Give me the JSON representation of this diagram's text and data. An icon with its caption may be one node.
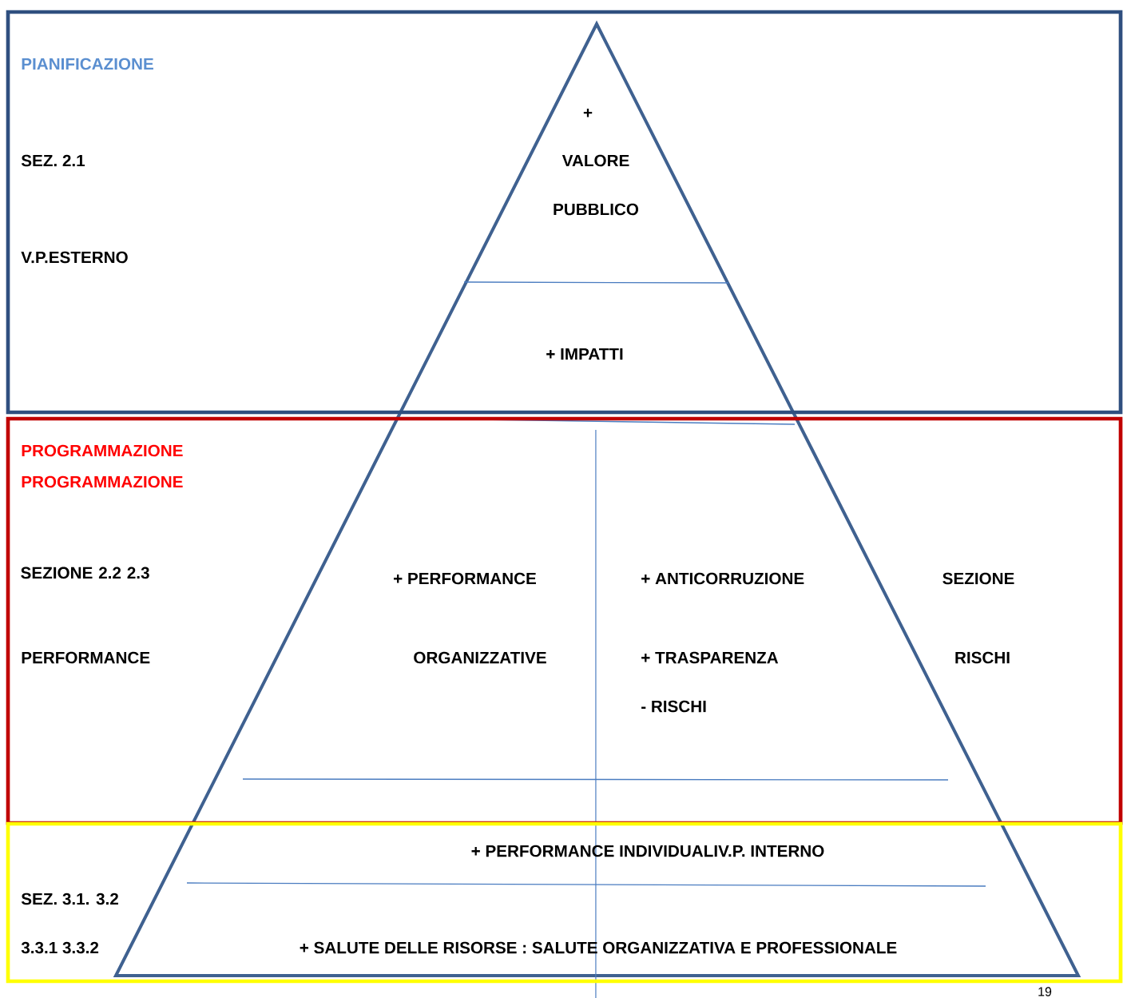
{
  "diagram": {
    "nodes": [
      {
        "text": [
          "PIANIFICAZIONE",
          "SEZ. 2.1",
          "V.P.ESTERNO"
        ]
      },
      {
        "text": [
          "PROGRAMMAZIONE",
          "PROGRAMMAZIONE",
          "SEZIONE 2.2 2.3",
          "PERFORMANCE",
          "SEZIONE",
          "RISCHI"
        ]
      },
      {
        "text": [
          "SEZ.  3.1. 3.2",
          "3.3.1 3.3.2"
        ]
      }
    ],
    "labels": [
      "+",
      "VALORE",
      "PUBBLICO",
      "+ IMPATTI",
      "+ PERFORMANCE",
      "+ ANTICORRUZIONE",
      "ORGANIZZATIVE",
      "+ TRASPARENZA",
      "- RISCHI",
      "+ PERFORMANCE INDIVIDUALIV.P. INTERNO",
      "+ SALUTE DELLE RISORSE  : SALUTE ORGANIZZATIVA E PROFESSIONALE",
      "19"
    ]
  }
}
